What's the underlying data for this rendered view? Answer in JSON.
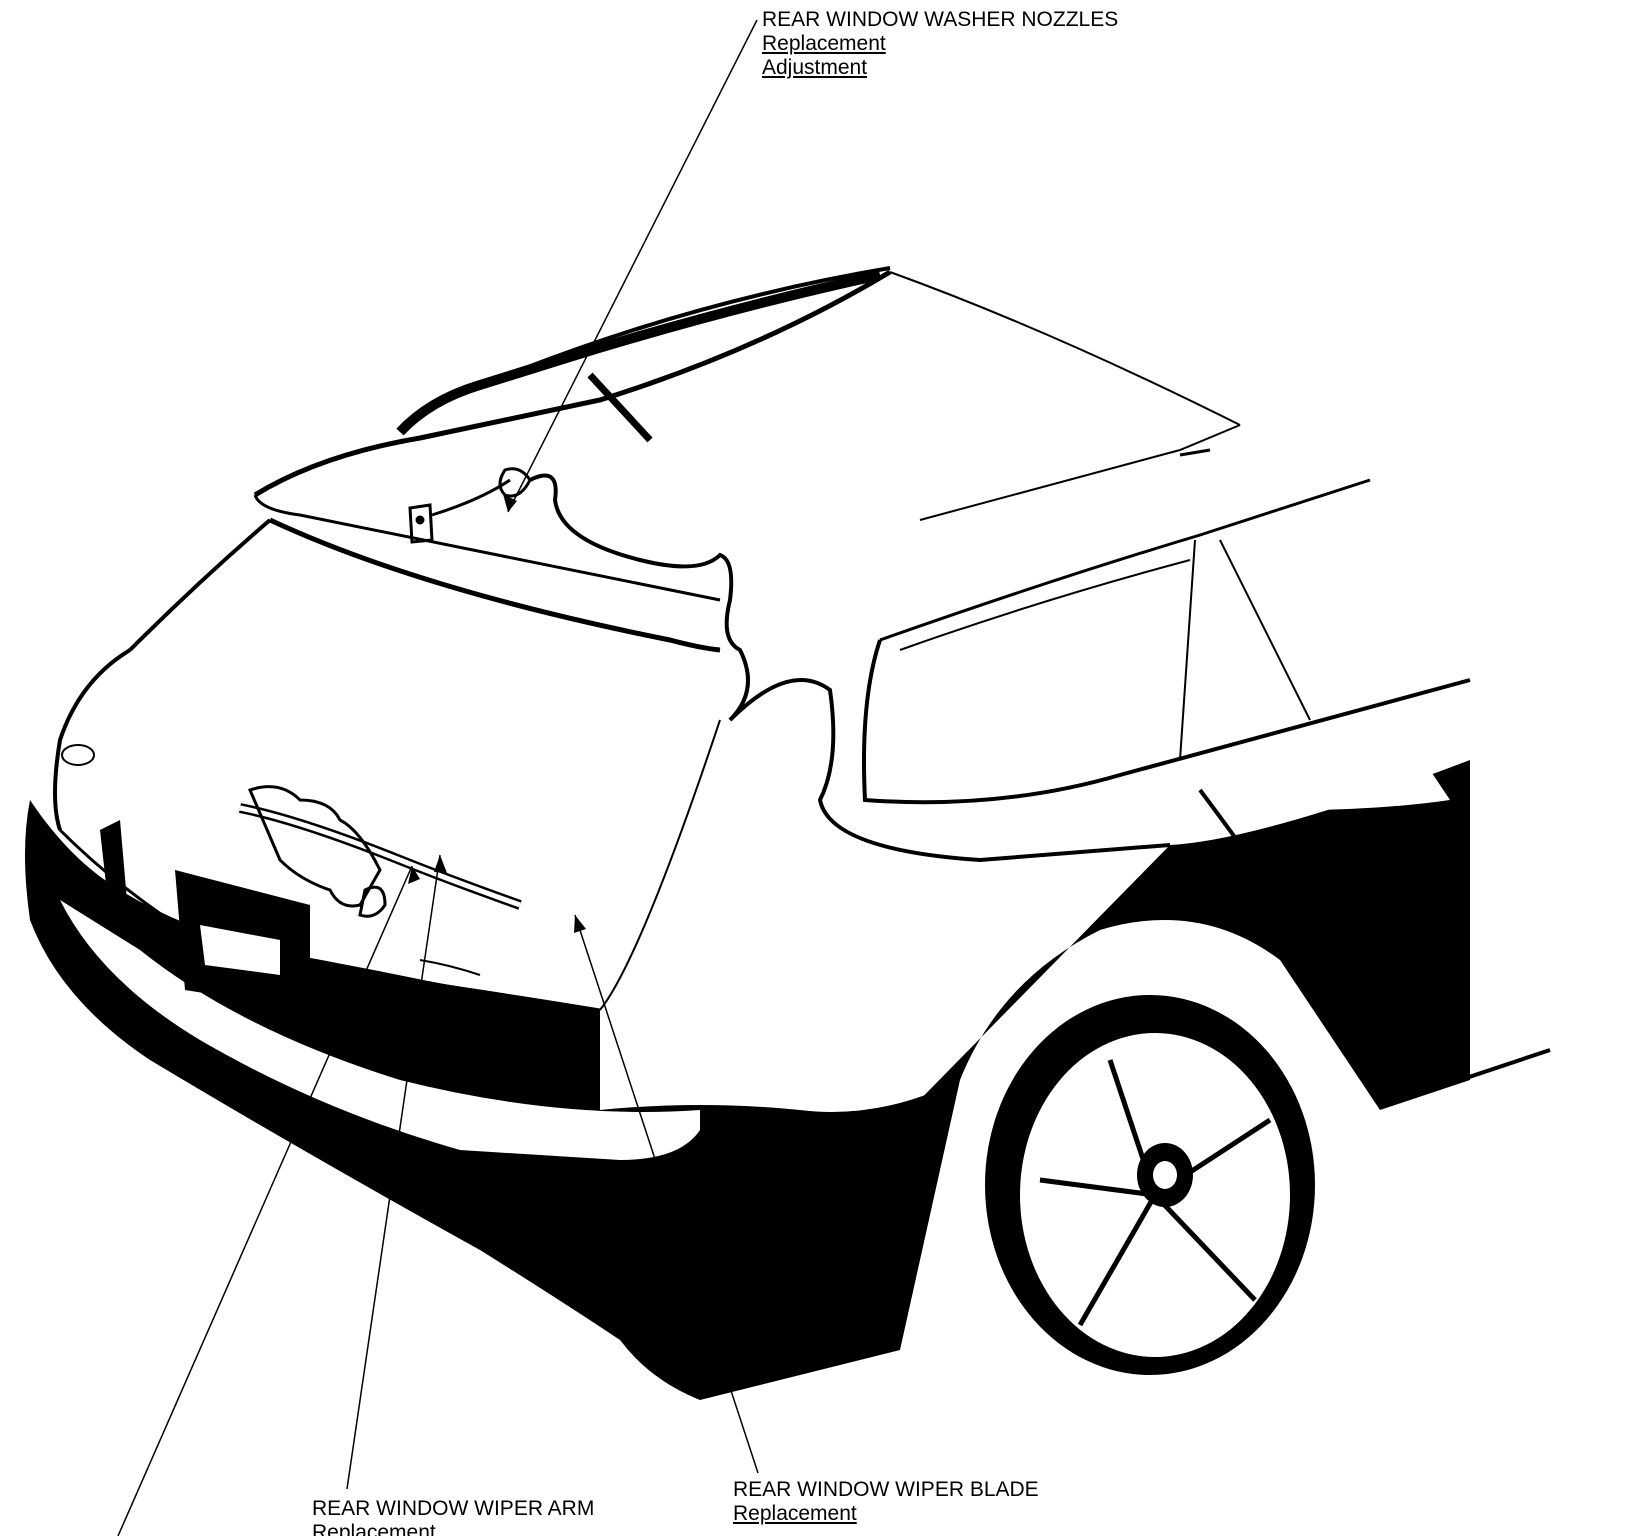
{
  "callouts": {
    "washer_nozzles": {
      "title": "REAR WINDOW WASHER NOZZLES",
      "links": [
        "Replacement",
        "Adjustment"
      ]
    },
    "wiper_blade": {
      "title": "REAR WINDOW WIPER BLADE",
      "links": [
        "Replacement"
      ]
    },
    "wiper_arm": {
      "title": "REAR WINDOW WIPER ARM",
      "links": [
        "Replacement"
      ]
    }
  },
  "colors": {
    "ink": "#000000",
    "paper": "#ffffff"
  }
}
